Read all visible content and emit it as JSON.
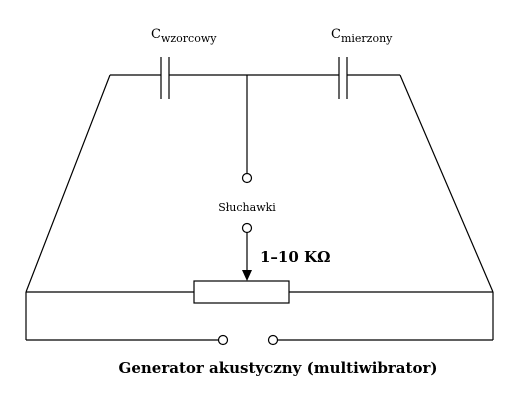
{
  "labels": {
    "c_ref_main": "C",
    "c_ref_sub": "wzorcowy",
    "c_meas_main": "C",
    "c_meas_sub": "mierzony",
    "headphones": "Słuchawki",
    "resistance": "1–10 KΩ",
    "generator": "Generator akustyczny (multiwibrator)"
  }
}
